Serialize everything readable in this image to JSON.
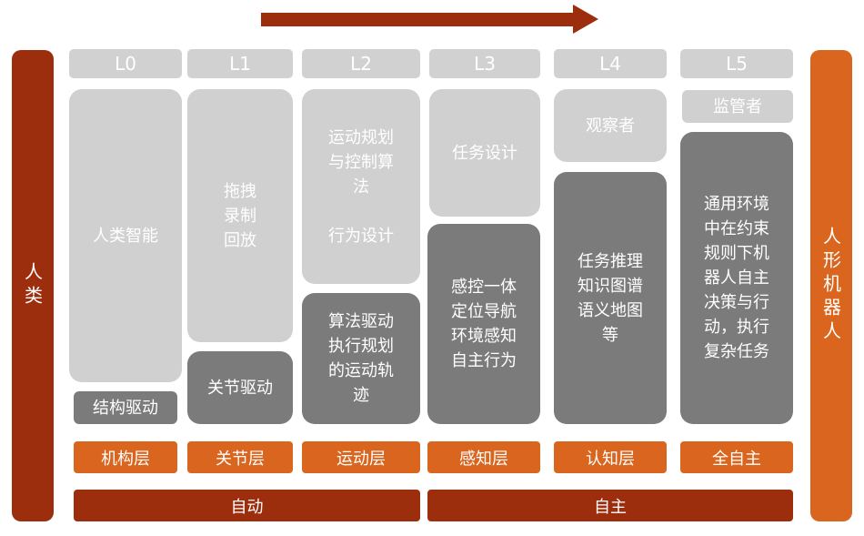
{
  "left_side": "人类",
  "right_side": "人形机器人",
  "levels": [
    "L0",
    "L1",
    "L2",
    "L3",
    "L4",
    "L5"
  ],
  "columns": {
    "l0": {
      "top": "人类智能",
      "bottom": "结构驱动"
    },
    "l1": {
      "top": "拖拽\n录制\n回放",
      "bottom": "关节驱动"
    },
    "l2": {
      "top": "运动规划\n与控制算\n法\n\n行为设计",
      "bottom": "算法驱动\n执行规划\n的运动轨\n迹"
    },
    "l3": {
      "top": "任务设计",
      "bottom": "感控一体\n定位导航\n环境感知\n自主行为"
    },
    "l4": {
      "top": "观察者",
      "bottom": "任务推理\n知识图谱\n语义地图\n等"
    },
    "l5": {
      "top": "监管者",
      "bottom": "通用环境\n中在约束\n规则下机\n器人自主\n决策与行\n动，执行\n复杂任务"
    }
  },
  "layers": [
    "机构层",
    "关节层",
    "运动层",
    "感知层",
    "认知层",
    "全自主"
  ],
  "groups": {
    "auto": "自动",
    "autonomous": "自主"
  },
  "colors": {
    "maroon": "#9c2e0e",
    "orange": "#d9651e",
    "light_gray": "#d0d0d0",
    "dark_gray": "#7b7b7b"
  }
}
